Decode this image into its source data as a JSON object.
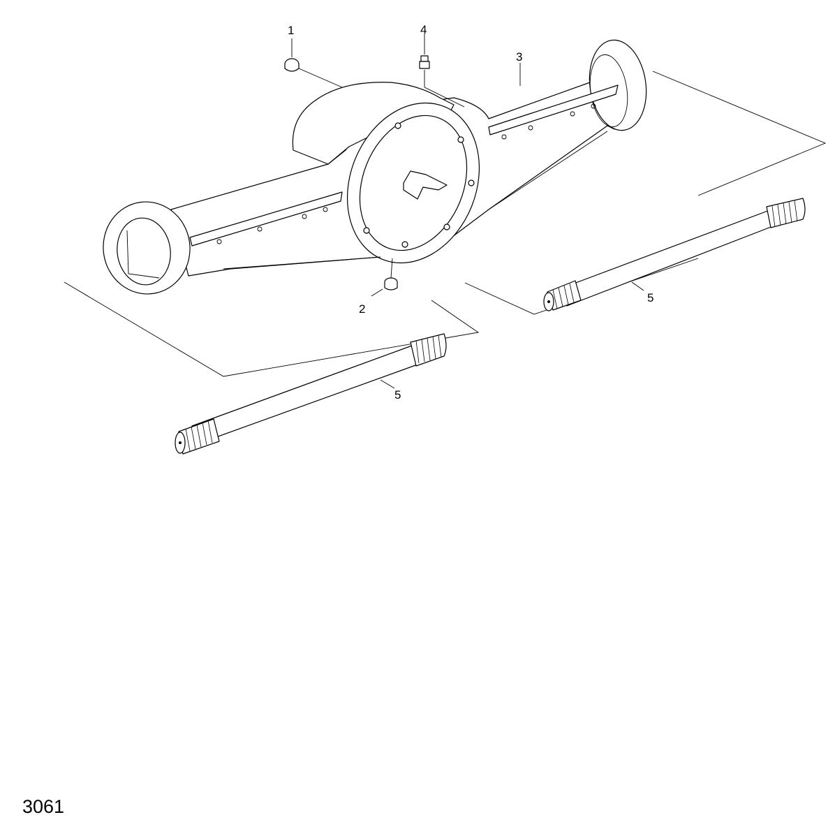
{
  "diagram": {
    "callouts": {
      "c1": "1",
      "c2": "2",
      "c3": "3",
      "c4": "4",
      "c5a": "5",
      "c5b": "5"
    },
    "figure_code": "3061"
  }
}
